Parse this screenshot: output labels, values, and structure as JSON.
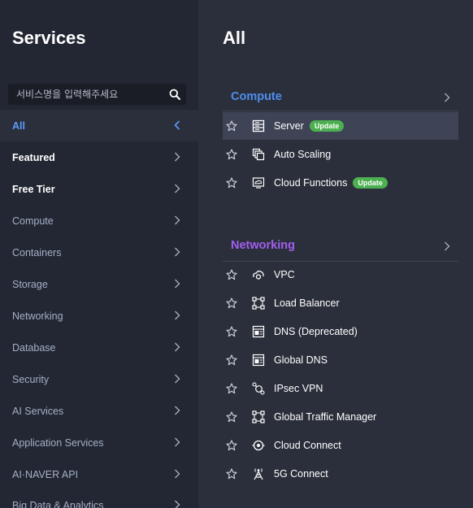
{
  "sidebar": {
    "title": "Services",
    "search_placeholder": "서비스명을 입력해주세요",
    "categories": [
      {
        "label": "All"
      },
      {
        "label": "Featured"
      },
      {
        "label": "Free Tier"
      },
      {
        "label": "Compute"
      },
      {
        "label": "Containers"
      },
      {
        "label": "Storage"
      },
      {
        "label": "Networking"
      },
      {
        "label": "Database"
      },
      {
        "label": "Security"
      },
      {
        "label": "AI Services"
      },
      {
        "label": "Application Services"
      },
      {
        "label": "AI·NAVER API"
      },
      {
        "label": "Big Data & Analytics"
      }
    ]
  },
  "main": {
    "title": "All",
    "sections": [
      {
        "label": "Compute",
        "color": "#4f8ef0",
        "items": [
          {
            "label": "Server",
            "badge": "Update",
            "icon": "server-icon"
          },
          {
            "label": "Auto Scaling",
            "badge": "",
            "icon": "auto-scaling-icon"
          },
          {
            "label": "Cloud Functions",
            "badge": "Update",
            "icon": "cloud-functions-icon"
          }
        ]
      },
      {
        "label": "Networking",
        "color": "#a35ef0",
        "items": [
          {
            "label": "VPC",
            "icon": "vpc-icon"
          },
          {
            "label": "Load Balancer",
            "icon": "load-balancer-icon"
          },
          {
            "label": "DNS (Deprecated)",
            "icon": "dns-icon"
          },
          {
            "label": "Global DNS",
            "icon": "global-dns-icon"
          },
          {
            "label": "IPsec VPN",
            "icon": "ipsec-vpn-icon"
          },
          {
            "label": "Global Traffic Manager",
            "icon": "global-traffic-manager-icon"
          },
          {
            "label": "Cloud Connect",
            "icon": "cloud-connect-icon"
          },
          {
            "label": "5G Connect",
            "icon": "5g-connect-icon"
          }
        ]
      }
    ]
  },
  "colors": {
    "active_blue": "#5a9cf8",
    "badge_green": "#4caf50",
    "sidebar_bg": "#232733",
    "main_bg": "#2b2f3b"
  }
}
